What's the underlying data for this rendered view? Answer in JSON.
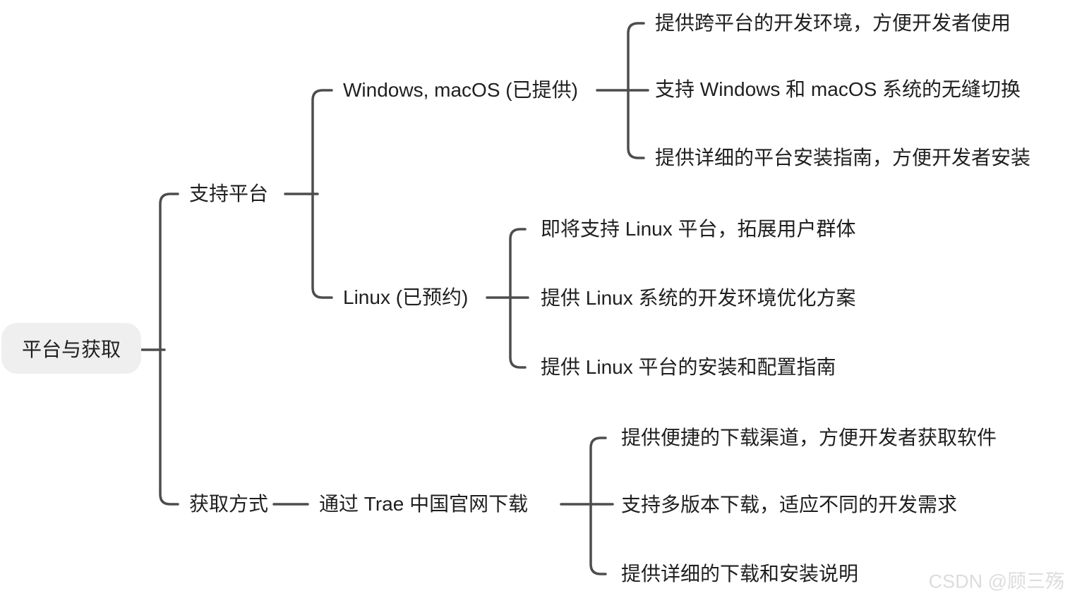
{
  "root": {
    "label": "平台与获取"
  },
  "branches": [
    {
      "label": "支持平台",
      "children": [
        {
          "label": "Windows, macOS (已提供)",
          "children": [
            "提供跨平台的开发环境，方便开发者使用",
            "支持 Windows 和 macOS 系统的无缝切换",
            "提供详细的平台安装指南，方便开发者安装"
          ]
        },
        {
          "label": "Linux (已预约)",
          "children": [
            "即将支持 Linux 平台，拓展用户群体",
            "提供 Linux 系统的开发环境优化方案",
            "提供 Linux 平台的安装和配置指南"
          ]
        }
      ]
    },
    {
      "label": "获取方式",
      "children": [
        {
          "label": "通过 Trae 中国官网下载",
          "children": [
            "提供便捷的下载渠道，方便开发者获取软件",
            "支持多版本下载，适应不同的开发需求",
            "提供详细的下载和安装说明"
          ]
        }
      ]
    }
  ],
  "watermark": "CSDN @顾三殇",
  "colors": {
    "line": "#4d4d4d",
    "text": "#1f1f1f",
    "root_bg": "#efefef",
    "watermark": "#dcdcdc",
    "background": "#ffffff"
  }
}
